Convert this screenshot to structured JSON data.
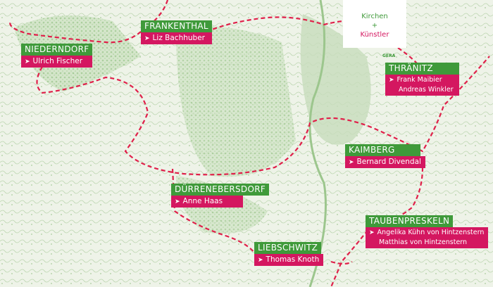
{
  "brand": {
    "line1": "Kirchen",
    "plus": "+",
    "line2": "Künstler"
  },
  "map_label": "GERA",
  "colors": {
    "green": "#3f9a3a",
    "magenta": "#d41760",
    "route": "#e0204a"
  },
  "locations": [
    {
      "name": "NIEDERNDORF",
      "artists": [
        "Ulrich Fischer"
      ]
    },
    {
      "name": "FRANKENTHAL",
      "artists": [
        "Liz Bachhuber"
      ]
    },
    {
      "name": "THRÄNITZ",
      "artists": [
        "Frank Maibier",
        "Andreas Winkler"
      ]
    },
    {
      "name": "KAIMBERG",
      "artists": [
        "Bernard Divendal"
      ]
    },
    {
      "name": "DÜRRENEBERSDORF",
      "artists": [
        "Anne Haas"
      ]
    },
    {
      "name": "TAUBENPRESKELN",
      "artists": [
        "Angelika Kühn von Hintzenstern",
        "Matthias von Hintzenstern"
      ]
    },
    {
      "name": "LIEBSCHWITZ",
      "artists": [
        "Thomas Knoth"
      ]
    }
  ]
}
